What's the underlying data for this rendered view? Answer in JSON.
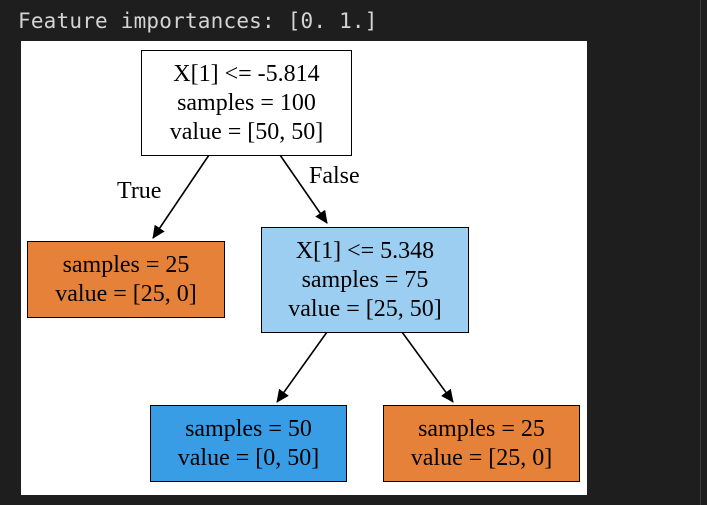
{
  "output": {
    "stdout_text": "Feature importances: [0. 1.]"
  },
  "tree": {
    "colors": {
      "orange": "#e58139",
      "light_blue": "#9ccef2",
      "blue": "#399de5",
      "white": "#ffffff"
    },
    "nodes": {
      "root": {
        "split": "X[1] <= -5.814",
        "samples": "samples = 100",
        "value": "value = [50, 50]"
      },
      "left_leaf": {
        "samples": "samples = 25",
        "value": "value = [25, 0]"
      },
      "right_split": {
        "split": "X[1] <= 5.348",
        "samples": "samples = 75",
        "value": "value = [25, 50]"
      },
      "right_left_leaf": {
        "samples": "samples = 50",
        "value": "value = [0, 50]"
      },
      "right_right_leaf": {
        "samples": "samples = 25",
        "value": "value = [25, 0]"
      }
    },
    "edge_labels": {
      "true_label": "True",
      "false_label": "False"
    }
  }
}
